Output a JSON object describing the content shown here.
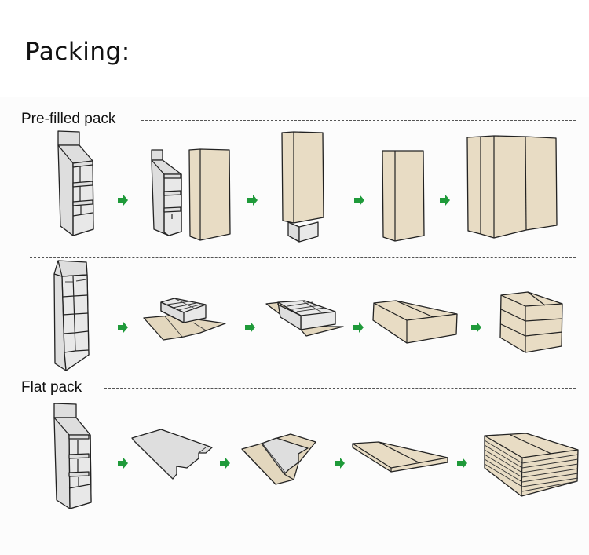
{
  "title": "Packing:",
  "sections": [
    {
      "label": "Pre-filled pack",
      "steps": [
        "assembled-display-stand",
        "display-stand-with-outer-carton",
        "carton-sliding-over-stand",
        "sealed-tall-carton",
        "cartons-grouped"
      ]
    },
    {
      "label": "",
      "steps": [
        "assembled-shelf-display",
        "display-on-unfolded-carton",
        "display-in-folding-carton",
        "sealed-flat-carton",
        "stacked-cartons"
      ]
    },
    {
      "label": "Flat pack",
      "steps": [
        "assembled-display-stand",
        "flattened-display-board",
        "flat-board-in-carton",
        "sealed-flat-carton",
        "stacked-flat-cartons"
      ]
    }
  ],
  "colors": {
    "arrow": "#1f9a3a",
    "cardboard": "#e8dcc4",
    "display": "#dedede"
  }
}
